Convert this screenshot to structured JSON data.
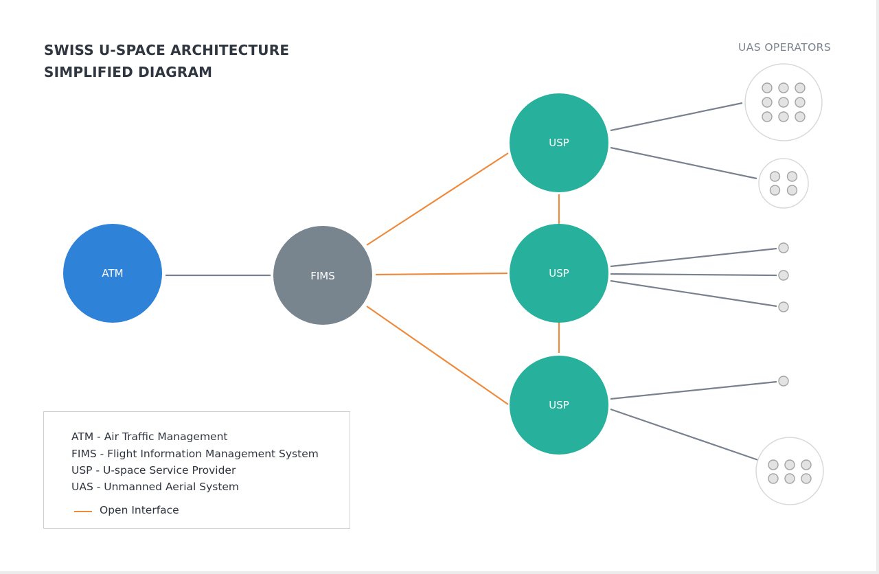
{
  "title": {
    "line1": "SWISS U-SPACE ARCHITECTURE",
    "line2": "SIMPLIFIED DIAGRAM"
  },
  "operators_header": "UAS OPERATORS",
  "colors": {
    "atm": "#2e83d9",
    "fims": "#78858f",
    "usp": "#27b09b",
    "open_interface": "#ee8a3d",
    "link": "#78818e",
    "operator_fill": "#e3e3e3",
    "operator_stroke": "#a3a3a3",
    "group_stroke": "#d9d9d9"
  },
  "nodes": {
    "atm": {
      "label": "ATM"
    },
    "fims": {
      "label": "FIMS"
    },
    "usp_top": {
      "label": "USP"
    },
    "usp_middle": {
      "label": "USP"
    },
    "usp_bottom": {
      "label": "USP"
    }
  },
  "operator_groups": [
    {
      "operators": 9
    },
    {
      "operators": 4
    },
    {
      "operators": 1
    },
    {
      "operators": 1
    },
    {
      "operators": 1
    },
    {
      "operators": 1
    },
    {
      "operators": 6
    }
  ],
  "legend": {
    "items": [
      "ATM - Air Traffic Management",
      "FIMS - Flight Information Management System",
      "USP - U-space Service Provider",
      "UAS - Unmanned Aerial System"
    ],
    "open_interface_label": "Open Interface"
  }
}
